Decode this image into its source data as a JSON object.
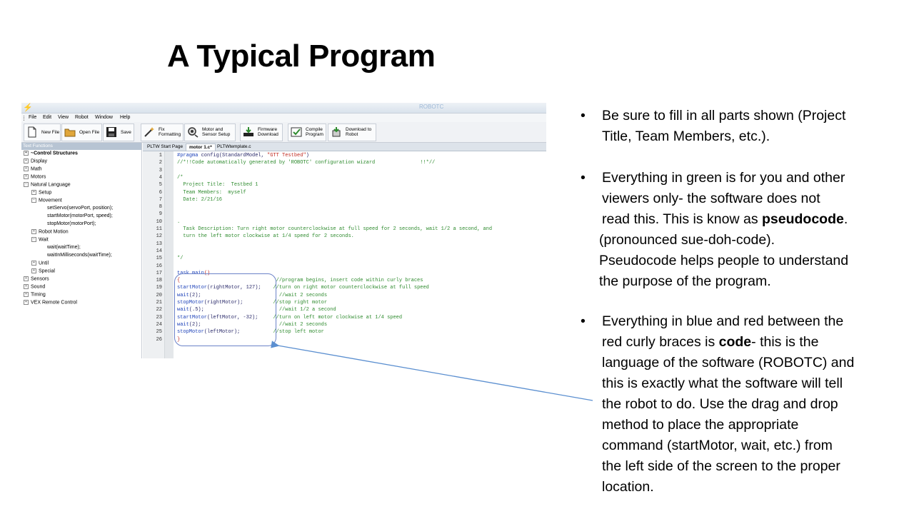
{
  "slide_title": "A Typical Program",
  "app": {
    "name": "ROBOTC",
    "menu": [
      "File",
      "Edit",
      "View",
      "Robot",
      "Window",
      "Help"
    ],
    "toolbar": [
      {
        "l1": "New File",
        "l2": ""
      },
      {
        "l1": "Open File",
        "l2": ""
      },
      {
        "l1": "Save",
        "l2": ""
      },
      {
        "l1": "Fix",
        "l2": "Formatting"
      },
      {
        "l1": "Motor and",
        "l2": "Sensor Setup"
      },
      {
        "l1": "Firmware",
        "l2": "Download"
      },
      {
        "l1": "Compile",
        "l2": "Program"
      },
      {
        "l1": "Download to",
        "l2": "Robot"
      }
    ],
    "panel_title": "Text Functions",
    "tree": [
      {
        "label": "~Control Structures",
        "bold": true
      },
      {
        "label": "Display"
      },
      {
        "label": "Math"
      },
      {
        "label": "Motors"
      },
      {
        "label": "Natural Language"
      },
      {
        "label": "Setup"
      },
      {
        "label": "Movement"
      },
      {
        "label": "setServo(servoPort, position);"
      },
      {
        "label": "startMotor(motorPort, speed);"
      },
      {
        "label": "stopMotor(motorPort);"
      },
      {
        "label": "Robot Motion"
      },
      {
        "label": "Wait"
      },
      {
        "label": "wait(waitTime);"
      },
      {
        "label": "waitInMilliseconds(waitTime);"
      },
      {
        "label": "Until"
      },
      {
        "label": "Special"
      },
      {
        "label": "Sensors"
      },
      {
        "label": "Sound"
      },
      {
        "label": "Timing"
      },
      {
        "label": "VEX Remote Control"
      }
    ],
    "tabs": [
      "PLTW Start Page",
      "motor 1.c*",
      "PLTWtemplate.c"
    ],
    "code_lines": [
      {
        "n": "1",
        "parts": [
          [
            "c-blue",
            "#pragma "
          ],
          [
            "c-dark",
            "config(StandardModel, "
          ],
          [
            "c-red",
            "\"GTT Testbed\""
          ],
          [
            "c-dark",
            ")"
          ]
        ]
      },
      {
        "n": "2",
        "parts": [
          [
            "c-green",
            "//*!!Code automatically generated by 'ROBOTC' configuration wizard               !!*//"
          ]
        ]
      },
      {
        "n": "3",
        "parts": []
      },
      {
        "n": "4",
        "parts": [
          [
            "c-green",
            "/*"
          ]
        ]
      },
      {
        "n": "5",
        "parts": [
          [
            "c-green",
            "  Project Title:  Testbed 1"
          ]
        ]
      },
      {
        "n": "6",
        "parts": [
          [
            "c-green",
            "  Team Members:  myself"
          ]
        ]
      },
      {
        "n": "7",
        "parts": [
          [
            "c-green",
            "  Date: 2/21/16"
          ]
        ]
      },
      {
        "n": "8",
        "parts": []
      },
      {
        "n": "9",
        "parts": []
      },
      {
        "n": "10",
        "parts": [
          [
            "c-green",
            "."
          ]
        ]
      },
      {
        "n": "11",
        "parts": [
          [
            "c-green",
            "  Task Description: Turn right motor counterclockwise at full speed for 2 seconds, wait 1/2 a second, and"
          ]
        ]
      },
      {
        "n": "12",
        "parts": [
          [
            "c-green",
            "  turn the left motor clockwise at 1/4 speed for 2 seconds."
          ]
        ]
      },
      {
        "n": "13",
        "parts": []
      },
      {
        "n": "14",
        "parts": []
      },
      {
        "n": "15",
        "parts": [
          [
            "c-green",
            "*/"
          ]
        ]
      },
      {
        "n": "16",
        "parts": []
      },
      {
        "n": "17",
        "parts": [
          [
            "c-blue",
            "task main"
          ],
          [
            "c-red",
            "()"
          ]
        ]
      },
      {
        "n": "18",
        "parts": [
          [
            "c-red",
            "{"
          ],
          [
            "c-green",
            "                                //program begins, insert code within curly braces"
          ]
        ]
      },
      {
        "n": "19",
        "parts": [
          [
            "c-blue",
            "startMotor"
          ],
          [
            "c-dark",
            "(rightMotor, 127);"
          ],
          [
            "c-green",
            "    //turn on right motor counterclockwise at full speed"
          ]
        ]
      },
      {
        "n": "20",
        "parts": [
          [
            "c-blue",
            "wait"
          ],
          [
            "c-dark",
            "(2);"
          ],
          [
            "c-green",
            "                          //wait 2 seconds"
          ]
        ]
      },
      {
        "n": "21",
        "parts": [
          [
            "c-blue",
            "stopMotor"
          ],
          [
            "c-dark",
            "(rightMotor);"
          ],
          [
            "c-green",
            "          //stop right motor"
          ]
        ]
      },
      {
        "n": "22",
        "parts": [
          [
            "c-blue",
            "wait"
          ],
          [
            "c-dark",
            "(.5);"
          ],
          [
            "c-green",
            "                         //wait 1/2 a second"
          ]
        ]
      },
      {
        "n": "23",
        "parts": [
          [
            "c-blue",
            "startMotor"
          ],
          [
            "c-dark",
            "(leftMotor, -32);"
          ],
          [
            "c-green",
            "     //turn on left motor clockwise at 1/4 speed"
          ]
        ]
      },
      {
        "n": "24",
        "parts": [
          [
            "c-blue",
            "wait"
          ],
          [
            "c-dark",
            "(2);"
          ],
          [
            "c-green",
            "                          //wait 2 seconds"
          ]
        ]
      },
      {
        "n": "25",
        "parts": [
          [
            "c-blue",
            "stopMotor"
          ],
          [
            "c-dark",
            "(leftMotor);"
          ],
          [
            "c-green",
            "           //stop left motor"
          ]
        ]
      },
      {
        "n": "26",
        "parts": [
          [
            "c-red",
            "}"
          ]
        ]
      }
    ]
  },
  "bullets": [
    {
      "lines": [
        "Be sure to fill in all parts shown (Project",
        "Title, Team Members, etc.)."
      ]
    },
    {
      "lines": [
        "Everything in green is for you and other",
        "viewers only- the software does not",
        "read this.  This is know as |pseudocode|.",
        "(pronounced sue-doh-code).",
        "Pseudocode helps people to understand",
        "the purpose of the program."
      ]
    },
    {
      "lines": [
        "Everything in blue and red between the",
        "red curly braces is |code|- this is the",
        "language of the software (ROBOTC) and",
        "this is exactly what the software will tell",
        "the robot to do.  Use the drag and drop",
        "method to place the appropriate",
        "command (startMotor, wait, etc.) from",
        "the left side of the screen to the proper",
        "location."
      ]
    }
  ],
  "colors": {
    "code_comment": "#2e8b2e",
    "code_keyword": "#1a3fb8",
    "code_brace": "#c0281e",
    "arrow": "#5b8fd0"
  }
}
